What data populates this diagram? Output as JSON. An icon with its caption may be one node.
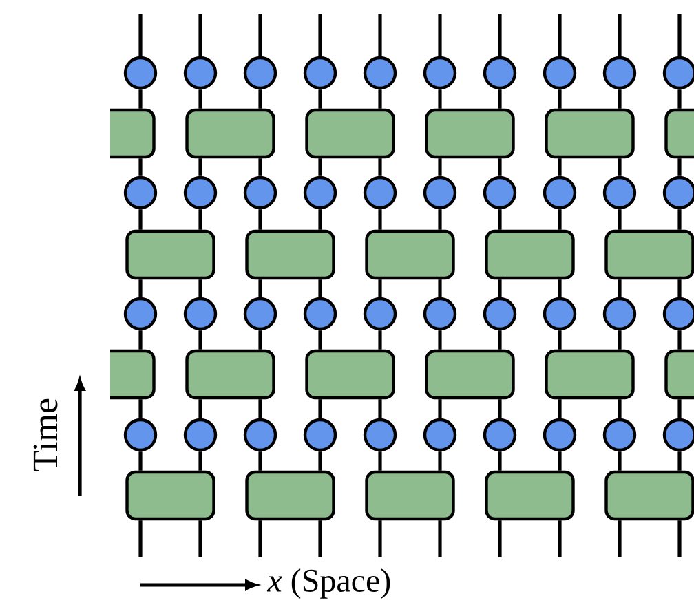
{
  "diagram": {
    "nodes": [
      {
        "text": [],
        "shape": "circle"
      },
      {
        "text": [],
        "shape": "circle"
      },
      {
        "text": [],
        "shape": "circle"
      },
      {
        "text": [],
        "shape": "circle"
      },
      {
        "text": [],
        "shape": "circle"
      },
      {
        "text": [],
        "shape": "circle"
      },
      {
        "text": [],
        "shape": "circle"
      },
      {
        "text": [],
        "shape": "circle"
      },
      {
        "text": [],
        "shape": "circle"
      },
      {
        "text": [],
        "shape": "circle"
      },
      {
        "text": [],
        "shape": "box"
      },
      {
        "text": [],
        "shape": "box"
      },
      {
        "text": [],
        "shape": "box"
      },
      {
        "text": [],
        "shape": "box"
      },
      {
        "text": [],
        "shape": "box"
      },
      {
        "text": [],
        "shape": "box"
      },
      {
        "text": [],
        "shape": "circle"
      },
      {
        "text": [],
        "shape": "circle"
      },
      {
        "text": [],
        "shape": "circle"
      },
      {
        "text": [],
        "shape": "circle"
      },
      {
        "text": [],
        "shape": "circle"
      },
      {
        "text": [],
        "shape": "circle"
      },
      {
        "text": [],
        "shape": "circle"
      },
      {
        "text": [],
        "shape": "circle"
      },
      {
        "text": [],
        "shape": "circle"
      },
      {
        "text": [],
        "shape": "circle"
      },
      {
        "text": [],
        "shape": "box"
      },
      {
        "text": [],
        "shape": "box"
      },
      {
        "text": [],
        "shape": "box"
      },
      {
        "text": [],
        "shape": "box"
      },
      {
        "text": [],
        "shape": "box"
      },
      {
        "text": [],
        "shape": "circle"
      },
      {
        "text": [],
        "shape": "circle"
      },
      {
        "text": [],
        "shape": "circle"
      },
      {
        "text": [],
        "shape": "circle"
      },
      {
        "text": [],
        "shape": "circle"
      },
      {
        "text": [],
        "shape": "circle"
      },
      {
        "text": [],
        "shape": "circle"
      },
      {
        "text": [],
        "shape": "circle"
      },
      {
        "text": [],
        "shape": "circle"
      },
      {
        "text": [],
        "shape": "circle"
      },
      {
        "text": [],
        "shape": "box"
      },
      {
        "text": [],
        "shape": "box"
      },
      {
        "text": [],
        "shape": "box"
      },
      {
        "text": [],
        "shape": "box"
      },
      {
        "text": [],
        "shape": "box"
      },
      {
        "text": [],
        "shape": "box"
      },
      {
        "text": [],
        "shape": "circle"
      },
      {
        "text": [],
        "shape": "circle"
      },
      {
        "text": [],
        "shape": "circle"
      },
      {
        "text": [],
        "shape": "circle"
      },
      {
        "text": [],
        "shape": "circle"
      },
      {
        "text": [],
        "shape": "circle"
      },
      {
        "text": [],
        "shape": "circle"
      },
      {
        "text": [],
        "shape": "circle"
      },
      {
        "text": [],
        "shape": "circle"
      },
      {
        "text": [],
        "shape": "circle"
      },
      {
        "text": [],
        "shape": "box"
      },
      {
        "text": [],
        "shape": "box"
      },
      {
        "text": [],
        "shape": "box"
      },
      {
        "text": [],
        "shape": "box"
      },
      {
        "text": [],
        "shape": "box"
      }
    ],
    "edges": [
      {
        "from": null,
        "to": 0,
        "arrow": "none"
      },
      {
        "from": null,
        "to": 1,
        "arrow": "none"
      },
      {
        "from": null,
        "to": 2,
        "arrow": "none"
      },
      {
        "from": null,
        "to": 3,
        "arrow": "none"
      },
      {
        "from": null,
        "to": 4,
        "arrow": "none"
      },
      {
        "from": null,
        "to": 5,
        "arrow": "none"
      },
      {
        "from": null,
        "to": 6,
        "arrow": "none"
      },
      {
        "from": null,
        "to": 7,
        "arrow": "none"
      },
      {
        "from": null,
        "to": 8,
        "arrow": "none"
      },
      {
        "from": null,
        "to": 9,
        "arrow": "none"
      },
      {
        "from": 0,
        "to": 10,
        "arrow": "none"
      },
      {
        "from": 1,
        "to": 11,
        "arrow": "none"
      },
      {
        "from": 2,
        "to": 11,
        "arrow": "none"
      },
      {
        "from": 3,
        "to": 12,
        "arrow": "none"
      },
      {
        "from": 4,
        "to": 12,
        "arrow": "none"
      },
      {
        "from": 5,
        "to": 13,
        "arrow": "none"
      },
      {
        "from": 6,
        "to": 13,
        "arrow": "none"
      },
      {
        "from": 7,
        "to": 14,
        "arrow": "none"
      },
      {
        "from": 8,
        "to": 14,
        "arrow": "none"
      },
      {
        "from": 9,
        "to": 15,
        "arrow": "none"
      },
      {
        "from": 10,
        "to": 16,
        "arrow": "none"
      },
      {
        "from": 11,
        "to": 17,
        "arrow": "none"
      },
      {
        "from": 11,
        "to": 18,
        "arrow": "none"
      },
      {
        "from": 12,
        "to": 19,
        "arrow": "none"
      },
      {
        "from": 12,
        "to": 20,
        "arrow": "none"
      },
      {
        "from": 13,
        "to": 21,
        "arrow": "none"
      },
      {
        "from": 13,
        "to": 22,
        "arrow": "none"
      },
      {
        "from": 14,
        "to": 23,
        "arrow": "none"
      },
      {
        "from": 14,
        "to": 24,
        "arrow": "none"
      },
      {
        "from": 15,
        "to": 25,
        "arrow": "none"
      },
      {
        "from": 16,
        "to": 26,
        "arrow": "none"
      },
      {
        "from": 17,
        "to": 26,
        "arrow": "none"
      },
      {
        "from": 18,
        "to": 27,
        "arrow": "none"
      },
      {
        "from": 19,
        "to": 27,
        "arrow": "none"
      },
      {
        "from": 20,
        "to": 28,
        "arrow": "none"
      },
      {
        "from": 21,
        "to": 28,
        "arrow": "none"
      },
      {
        "from": 22,
        "to": 29,
        "arrow": "none"
      },
      {
        "from": 23,
        "to": 29,
        "arrow": "none"
      },
      {
        "from": 24,
        "to": 30,
        "arrow": "none"
      },
      {
        "from": 25,
        "to": 30,
        "arrow": "none"
      },
      {
        "from": 26,
        "to": 31,
        "arrow": "none"
      },
      {
        "from": 26,
        "to": 32,
        "arrow": "none"
      },
      {
        "from": 27,
        "to": 33,
        "arrow": "none"
      },
      {
        "from": 27,
        "to": 34,
        "arrow": "none"
      },
      {
        "from": 28,
        "to": 35,
        "arrow": "none"
      },
      {
        "from": 28,
        "to": 36,
        "arrow": "none"
      },
      {
        "from": 29,
        "to": 37,
        "arrow": "none"
      },
      {
        "from": 29,
        "to": 38,
        "arrow": "none"
      },
      {
        "from": 30,
        "to": 39,
        "arrow": "none"
      },
      {
        "from": 30,
        "to": 40,
        "arrow": "none"
      },
      {
        "from": 31,
        "to": 41,
        "arrow": "none"
      },
      {
        "from": 32,
        "to": 42,
        "arrow": "none"
      },
      {
        "from": 33,
        "to": 42,
        "arrow": "none"
      },
      {
        "from": 34,
        "to": 43,
        "arrow": "none"
      },
      {
        "from": 35,
        "to": 43,
        "arrow": "none"
      },
      {
        "from": 36,
        "to": 44,
        "arrow": "none"
      },
      {
        "from": 37,
        "to": 44,
        "arrow": "none"
      },
      {
        "from": 38,
        "to": 45,
        "arrow": "none"
      },
      {
        "from": 39,
        "to": 45,
        "arrow": "none"
      },
      {
        "from": 40,
        "to": 46,
        "arrow": "none"
      },
      {
        "from": 41,
        "to": 47,
        "arrow": "none"
      },
      {
        "from": 42,
        "to": 48,
        "arrow": "none"
      },
      {
        "from": 42,
        "to": 49,
        "arrow": "none"
      },
      {
        "from": 43,
        "to": 50,
        "arrow": "none"
      },
      {
        "from": 43,
        "to": 51,
        "arrow": "none"
      },
      {
        "from": 44,
        "to": 52,
        "arrow": "none"
      },
      {
        "from": 44,
        "to": 53,
        "arrow": "none"
      },
      {
        "from": 45,
        "to": 54,
        "arrow": "none"
      },
      {
        "from": 45,
        "to": 55,
        "arrow": "none"
      },
      {
        "from": 46,
        "to": 56,
        "arrow": "none"
      },
      {
        "from": 47,
        "to": 57,
        "arrow": "none"
      },
      {
        "from": 48,
        "to": 57,
        "arrow": "none"
      },
      {
        "from": 49,
        "to": 58,
        "arrow": "none"
      },
      {
        "from": 50,
        "to": 58,
        "arrow": "none"
      },
      {
        "from": 51,
        "to": 59,
        "arrow": "none"
      },
      {
        "from": 52,
        "to": 59,
        "arrow": "none"
      },
      {
        "from": 53,
        "to": 60,
        "arrow": "none"
      },
      {
        "from": 54,
        "to": 60,
        "arrow": "none"
      },
      {
        "from": 55,
        "to": 61,
        "arrow": "none"
      },
      {
        "from": 56,
        "to": 61,
        "arrow": "none"
      },
      {
        "from": 57,
        "to": null,
        "arrow": "none"
      },
      {
        "from": 57,
        "to": null,
        "arrow": "none"
      },
      {
        "from": 58,
        "to": null,
        "arrow": "none"
      },
      {
        "from": 58,
        "to": null,
        "arrow": "none"
      },
      {
        "from": 59,
        "to": null,
        "arrow": "none"
      },
      {
        "from": 59,
        "to": null,
        "arrow": "none"
      },
      {
        "from": 60,
        "to": null,
        "arrow": "none"
      },
      {
        "from": 60,
        "to": null,
        "arrow": "none"
      },
      {
        "from": 61,
        "to": null,
        "arrow": "none"
      },
      {
        "from": 61,
        "to": null,
        "arrow": "none"
      }
    ],
    "labels": [
      "Time",
      "*x* (Space)"
    ]
  }
}
